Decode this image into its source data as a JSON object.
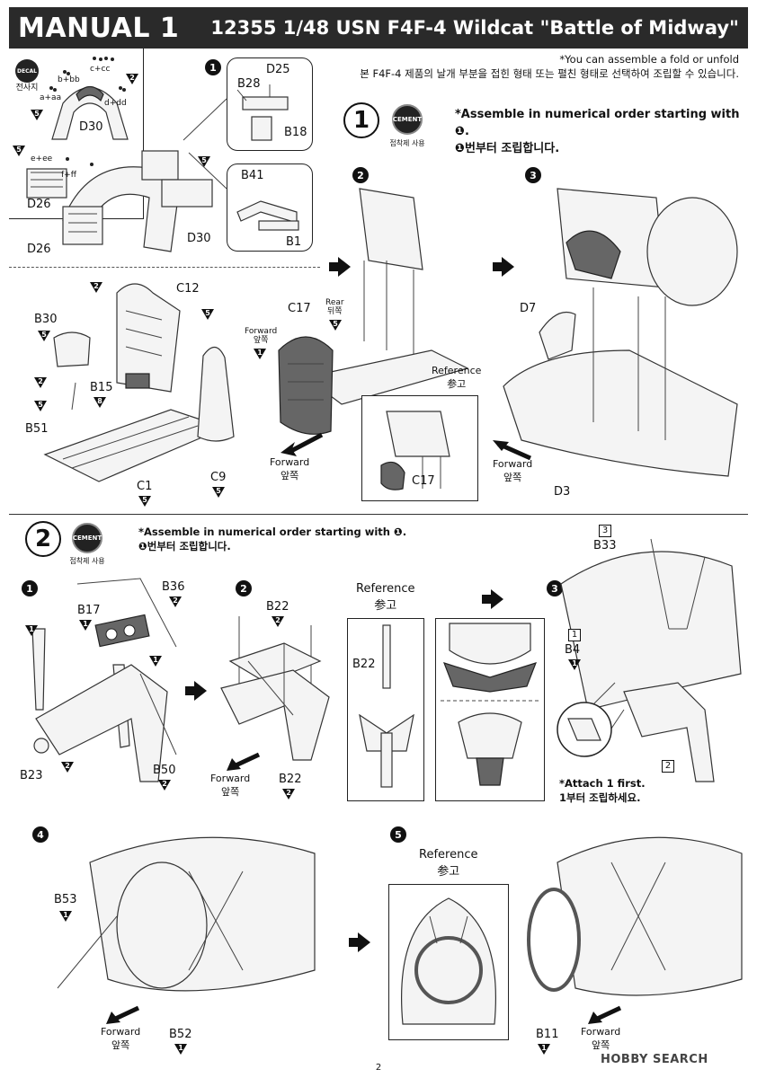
{
  "header": {
    "manual_title": "MANUAL 1",
    "kit_title": "12355 1/48 USN F4F-4 Wildcat \"Battle of Midway\""
  },
  "top_note": {
    "en": "*You can assemble a fold or unfold",
    "ko": "본 F4F-4 제품의 날개 부분을 접힌 형태 또는 펼친 형태로 선택하여 조립할 수 있습니다."
  },
  "stage1": {
    "number": "1",
    "cement_icon": "CEMENT",
    "cement_label": "접착제 사용",
    "instruction_en": "*Assemble in numerical order starting with ❶.",
    "instruction_ko": "❶번부터 조립합니다.",
    "decal_icon": "DECAL",
    "decal_label": "전사지",
    "decal_marks": [
      "c+cc",
      "b+bb",
      "a+aa",
      "d+dd",
      "e+ee",
      "f+ff"
    ],
    "parts": {
      "d30": "D30",
      "d26": "D26",
      "d25": "D25",
      "b28": "B28",
      "b18": "B18",
      "b41": "B41",
      "b1": "B1",
      "c12": "C12",
      "b30": "B30",
      "b15": "B15",
      "b51": "B51",
      "c1": "C1",
      "c9": "C9",
      "c17": "C17",
      "d7": "D7",
      "d3": "D3"
    },
    "paint_codes": {
      "d30_top": "2",
      "d30_left": "5",
      "d26": "5",
      "d30_main": "5",
      "c12_a": "2",
      "c12_b": "5",
      "b30": "5",
      "b15": "8",
      "b51_a": "2",
      "b51_b": "5",
      "c1": "5",
      "c9": "5",
      "c17": "1",
      "c17_rear": "5"
    },
    "labels": {
      "forward_en": "Forward",
      "forward_ko": "앞쪽",
      "rear_en": "Rear",
      "rear_ko": "뒤쪽",
      "reference_en": "Reference",
      "reference_ko": "参고"
    },
    "steps": [
      "1",
      "2",
      "3"
    ]
  },
  "stage2": {
    "number": "2",
    "cement_icon": "CEMENT",
    "cement_label": "접착제 사용",
    "instruction_en": "*Assemble in numerical order starting with ❶.",
    "instruction_ko": "❶번부터 조립합니다.",
    "parts": {
      "b36": "B36",
      "b17": "B17",
      "b23": "B23",
      "b50": "B50",
      "b22": "B22",
      "b33": "B33",
      "b4": "B4",
      "b53": "B53",
      "b52": "B52",
      "b11": "B11"
    },
    "paint_codes": {
      "b36": "2",
      "b17": "1",
      "left_strut": "1",
      "right_strut": "1",
      "mid": "2",
      "b50": "2",
      "b22_top": "2",
      "b22_bottom": "2",
      "b4": "1",
      "b53": "1",
      "b52": "1",
      "b11": "1"
    },
    "sequence": {
      "b33": "3",
      "b4": "1",
      "attach": "2"
    },
    "attach_note_en": "*Attach 1 first.",
    "attach_note_ko": "1부터 조립하세요.",
    "labels": {
      "forward_en": "Forward",
      "forward_ko": "앞쪽",
      "reference_en": "Reference",
      "reference_ko": "参고"
    },
    "steps": [
      "1",
      "2",
      "3",
      "4",
      "5"
    ]
  },
  "footer": {
    "page_number": "2",
    "watermark": "HOBBY SEARCH"
  }
}
